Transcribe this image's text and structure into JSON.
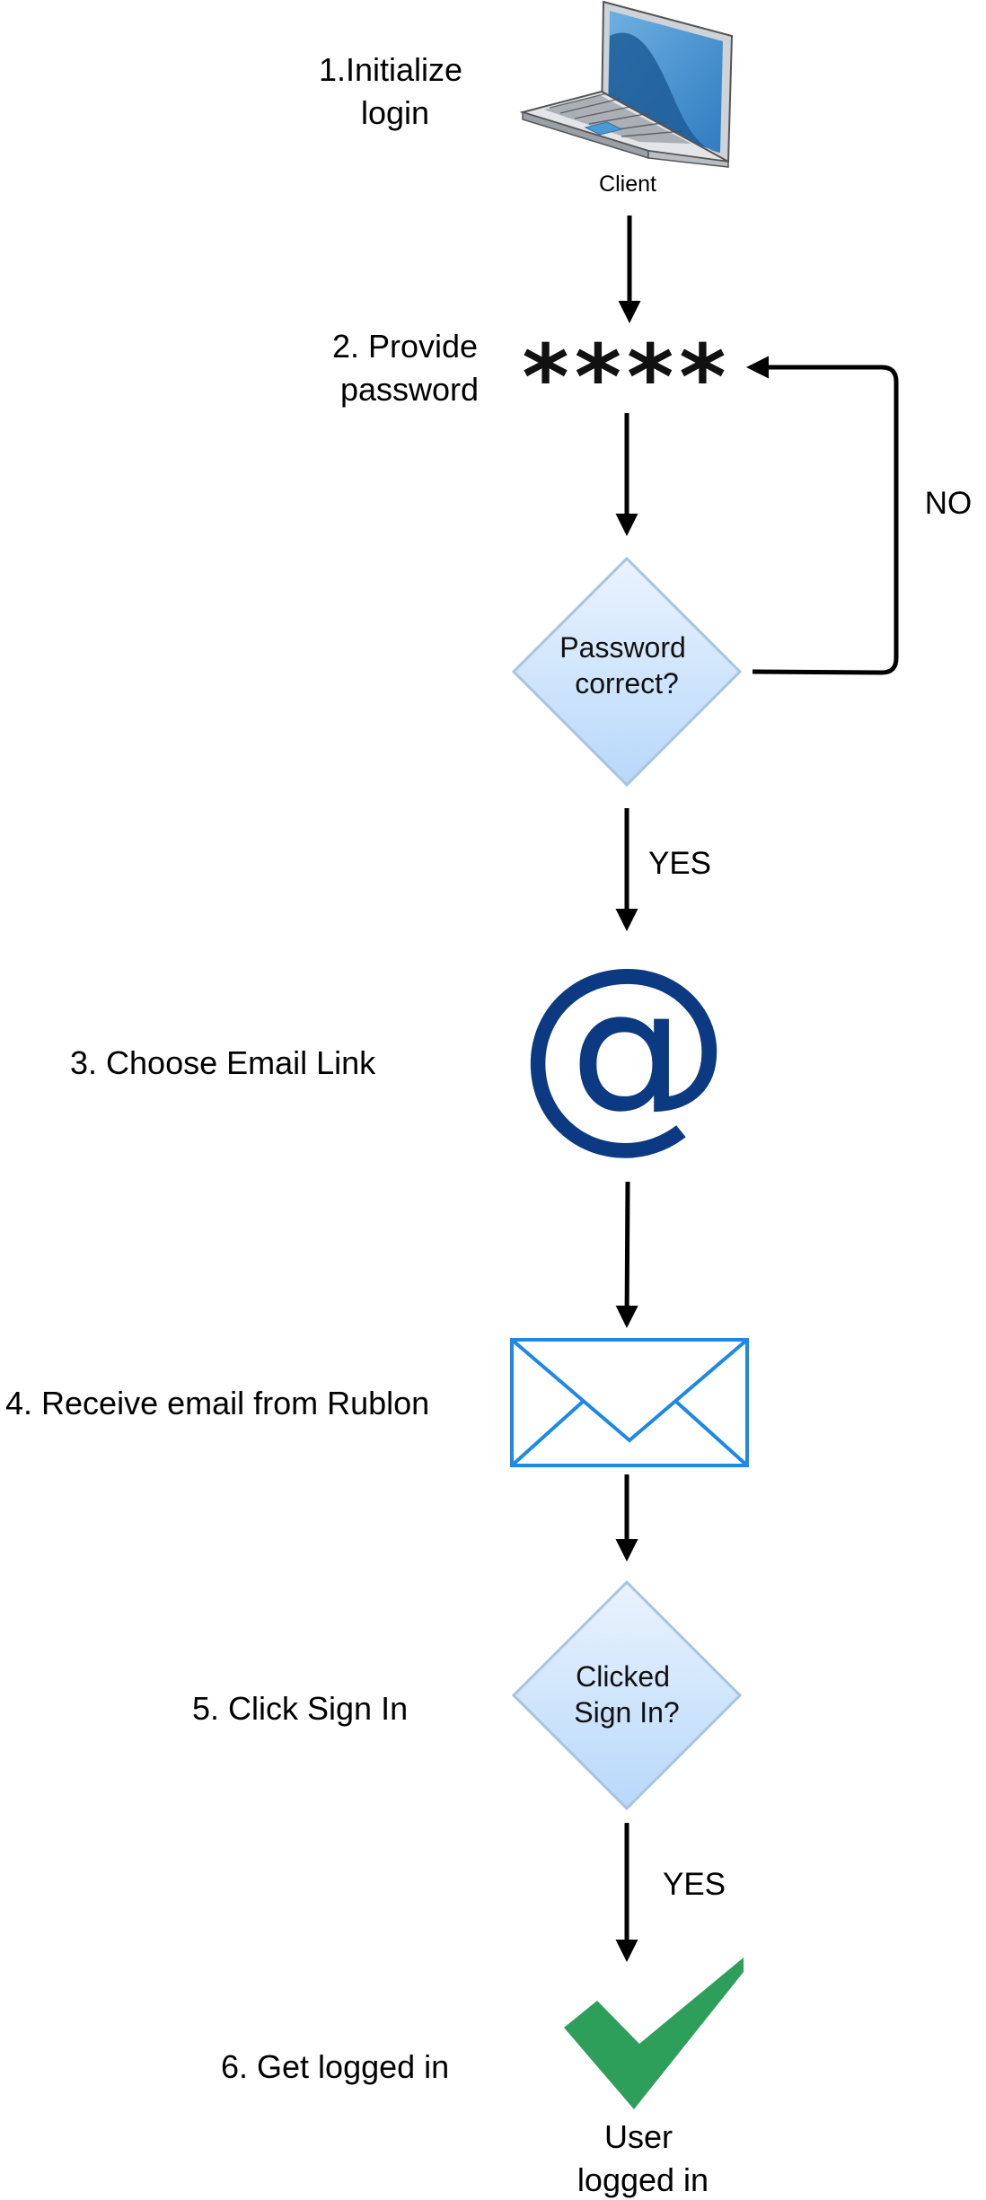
{
  "steps": [
    {
      "id": "step-1",
      "lines": [
        "1.Initialize",
        "login"
      ]
    },
    {
      "id": "step-2",
      "lines": [
        "2. Provide",
        "password"
      ]
    },
    {
      "id": "step-3",
      "lines": [
        "3. Choose Email Link"
      ]
    },
    {
      "id": "step-4",
      "lines": [
        "4. Receive email from Rublon"
      ]
    },
    {
      "id": "step-5",
      "lines": [
        "5. Click Sign In"
      ]
    },
    {
      "id": "step-6",
      "lines": [
        "6. Get logged in"
      ]
    }
  ],
  "nodes": {
    "client": {
      "label": "Client",
      "icon": "laptop-icon"
    },
    "password": {
      "text": "****",
      "icon": "password-icon"
    },
    "password_check": {
      "lines": [
        "Password",
        "correct?"
      ]
    },
    "email_link": {
      "text": "@",
      "icon": "at-sign-icon"
    },
    "email": {
      "icon": "envelope-icon"
    },
    "sign_in_check": {
      "lines": [
        "Clicked",
        "Sign In?"
      ]
    },
    "logged_in": {
      "lines": [
        "User",
        "logged in"
      ],
      "icon": "checkmark-icon"
    }
  },
  "edges": {
    "no_label": "NO",
    "yes_label_1": "YES",
    "yes_label_2": "YES"
  },
  "colors": {
    "decision_fill_top": "#eaf3fd",
    "decision_fill_bottom": "#b8d8fb",
    "decision_stroke": "#a8c4de",
    "at_sign": "#0b3a82",
    "envelope": "#1e88e5",
    "checkmark": "#2e9e5b",
    "laptop_screen": "#3a87c8"
  }
}
